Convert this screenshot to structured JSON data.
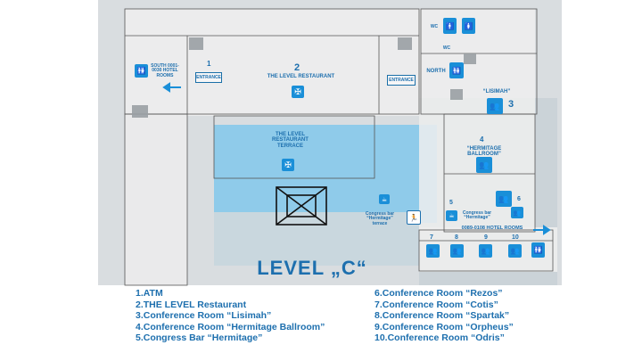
{
  "map": {
    "level_title": "LEVEL „C“",
    "labels": {
      "restaurant_number": "2",
      "restaurant": "THE LEVEL RESTAURANT",
      "terrace": "THE LEVEL RESTAURANT TERRACE",
      "south_rooms": "SOUTH 0001-0030 HOTEL ROOMS",
      "entrance_left": "ENTRANCE",
      "entrance_right": "ENTRANCE",
      "atm_number": "1",
      "wc_left": "WC",
      "wc_right": "WC",
      "north": "NORTH",
      "lisimah": "“LISIMAH”",
      "lisimah_number": "3",
      "hermitage_ballroom_number": "4",
      "hermitage_ballroom": "“HERMITAGE BALLROOM”",
      "congress_bar_left": "Congress bar “Hermitage” terrace",
      "congress_bar_right": "Congress bar “Hermitage”",
      "congress_bar_number": "5",
      "room6_number": "6",
      "hotel_rooms_north": "0089-0108 HOTEL ROOMS",
      "rooms": [
        "7",
        "8",
        "9",
        "10"
      ]
    },
    "legend_left": [
      "1.ATM",
      "2.THE LEVEL Restaurant",
      "3.Conference Room “Lisimah”",
      "4.Conference Room “Hermitage Ballroom”",
      "5.Congress Bar “Hermitage”"
    ],
    "legend_right": [
      "6.Conference Room “Rezos”",
      "7.Conference Room “Cotis”",
      "8.Conference Room “Spartak”",
      "9.Conference Room “Orpheus”",
      "10.Conference Room “Odris”"
    ],
    "colors": {
      "accent": "#1d6fae",
      "icon": "#1a8fd8",
      "pool": "#7fc4e8",
      "floor": "#f1f1f1"
    }
  }
}
